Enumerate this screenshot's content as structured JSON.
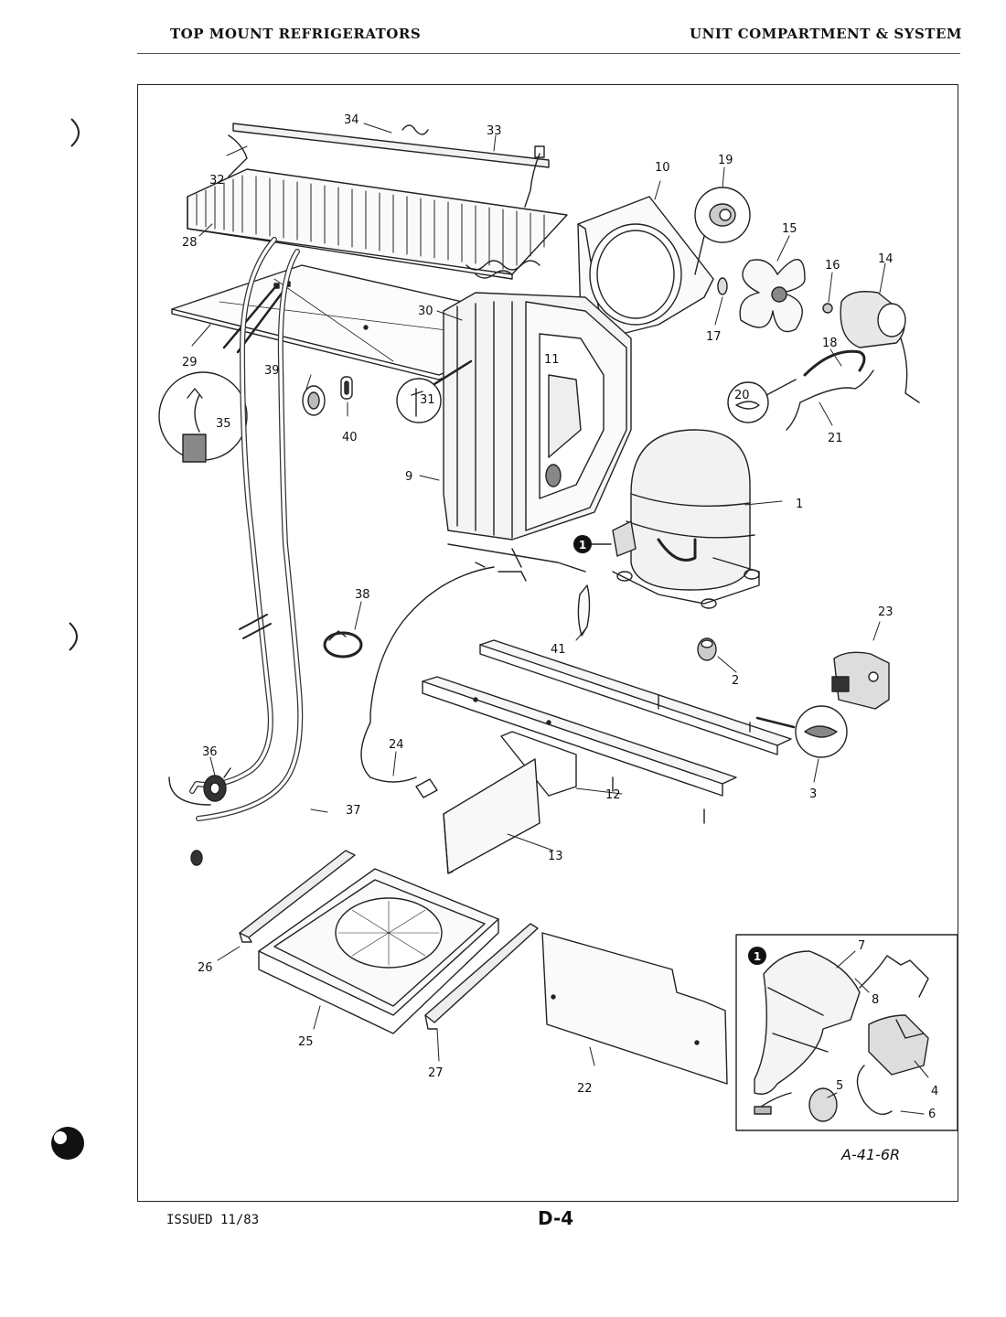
{
  "header": {
    "left_title": "TOP MOUNT REFRIGERATORS",
    "right_title": "UNIT COMPARTMENT & SYSTEM"
  },
  "footer": {
    "issued": "ISSUED 11/83",
    "page_number": "D-4"
  },
  "diagram": {
    "reference_code": "A-41-6R",
    "inset_marker": "1",
    "callouts": {
      "c1": "1",
      "c2": "2",
      "c3": "3",
      "c4": "4",
      "c5": "5",
      "c6": "6",
      "c7": "7",
      "c8": "8",
      "c9": "9",
      "c10": "10",
      "c11": "11",
      "c12": "12",
      "c13": "13",
      "c14": "14",
      "c15": "15",
      "c16": "16",
      "c17": "17",
      "c18": "18",
      "c19": "19",
      "c20": "20",
      "c21": "21",
      "c22": "22",
      "c23": "23",
      "c24": "24",
      "c25": "25",
      "c26": "26",
      "c27": "27",
      "c28": "28",
      "c29": "29",
      "c30": "30",
      "c31": "31",
      "c32": "32",
      "c33": "33",
      "c34": "34",
      "c35": "35",
      "c36": "36",
      "c37": "37",
      "c38": "38",
      "c39": "39",
      "c40": "40",
      "c41": "41"
    }
  }
}
